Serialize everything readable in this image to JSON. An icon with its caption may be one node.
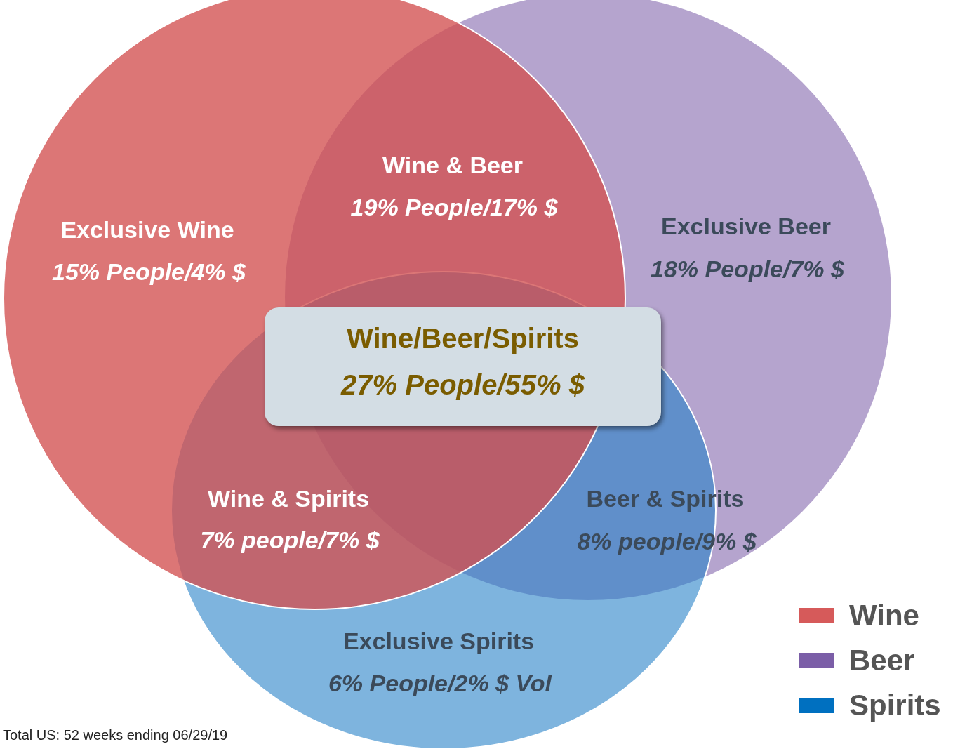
{
  "diagram": {
    "nodes": [
      {
        "text": [
          "Wine/Beer/Spirits",
          "27% People/55%  $"
        ]
      }
    ],
    "edges": [],
    "labels": [
      "Wine & Beer",
      "19% People/17% $",
      "Exclusive Wine",
      "15% People/4% $",
      "Exclusive Beer",
      "18% People/7% $",
      "Wine & Spirits",
      "7% people/7%  $",
      "Beer & Spirits",
      "8% people/9% $",
      "Exclusive Spirits",
      "6% People/2% $ Vol",
      "Total US: 52 weeks ending 06/29/19"
    ],
    "legend": [
      {
        "text": "Wine",
        "color": "#d65a5a"
      },
      {
        "text": "Beer",
        "color": "#7b5ea7"
      },
      {
        "text": "Spirits",
        "color": "#0070c0"
      }
    ]
  }
}
